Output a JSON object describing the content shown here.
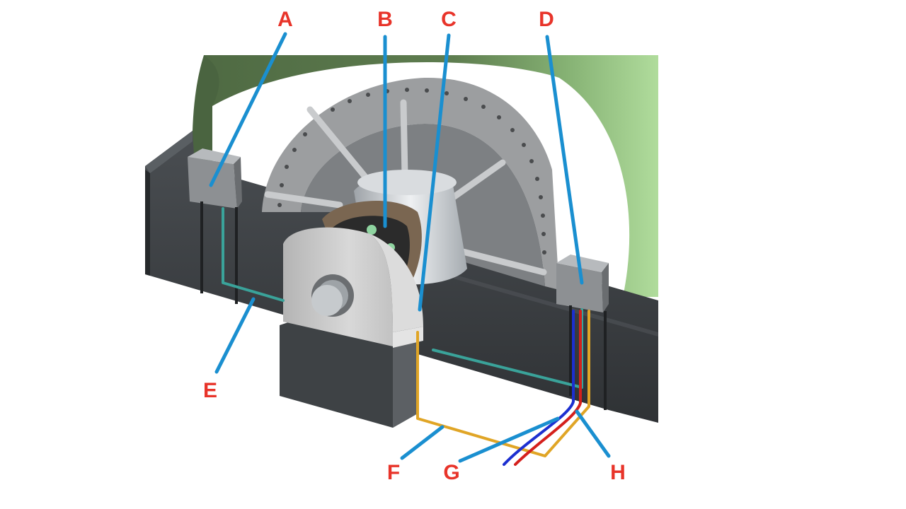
{
  "callouts": {
    "A": "A",
    "B": "B",
    "C": "C",
    "D": "D",
    "E": "E",
    "F": "F",
    "G": "G",
    "H": "H"
  },
  "colors": {
    "label": "#e8342a",
    "leader": "#1a8fd0",
    "housing_green": "#5b7a4c",
    "housing_green_light": "#a8d596",
    "base_dark": "#3f4346",
    "end_plate_grey": "#9a9a9a",
    "pedestal_grey": "#c8c8c8",
    "insulation_brown": "#7a6651",
    "pipe_teal": "#3aa39a",
    "pipe_orange": "#e0a526",
    "wire_red": "#d4201c",
    "wire_blue": "#1c2fd0"
  }
}
